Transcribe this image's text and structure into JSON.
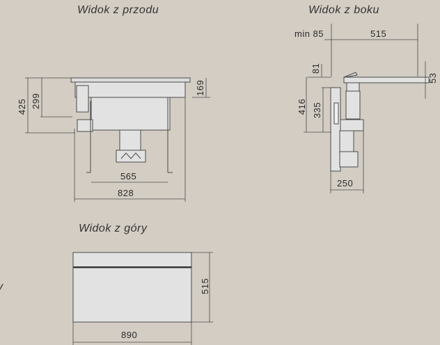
{
  "views": {
    "front": {
      "title": "Widok z przodu",
      "dims": {
        "total_height": "425",
        "inner_height": "299",
        "top_height": "169",
        "inner_width": "565",
        "total_width": "828"
      }
    },
    "side": {
      "title": "Widok z boku",
      "dims": {
        "min_offset": "min 85",
        "depth": "515",
        "top_offset": "81",
        "glass": "53",
        "total_height": "416",
        "inner_height": "335",
        "bottom_width": "250"
      }
    },
    "top": {
      "title": "Widok z góry",
      "dims": {
        "width": "890",
        "depth": "515"
      }
    }
  },
  "edge_fragment": "y",
  "colors": {
    "background": "#d3cdc4",
    "fill": "#e2e2e2",
    "line": "#444444"
  }
}
